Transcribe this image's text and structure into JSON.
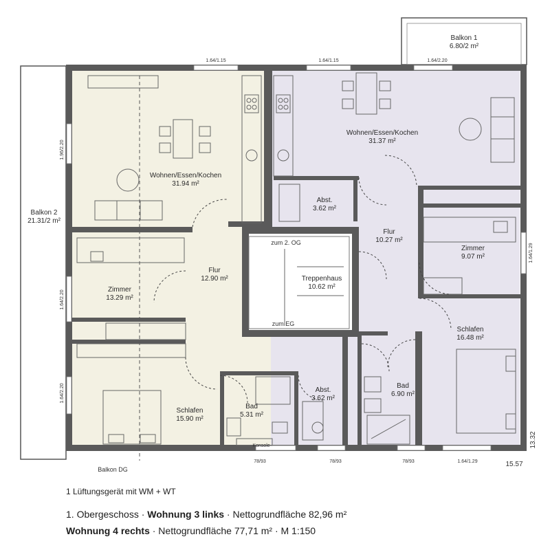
{
  "rooms": {
    "wohnen_links": {
      "name": "Wohnen/Essen/Kochen",
      "area": "31.94 m²"
    },
    "wohnen_rechts": {
      "name": "Wohnen/Essen/Kochen",
      "area": "31.37 m²"
    },
    "abst_oben": {
      "name": "Abst.",
      "area": "3.62 m²"
    },
    "flur_rechts": {
      "name": "Flur",
      "area": "10.27 m²"
    },
    "zimmer_rechts": {
      "name": "Zimmer",
      "area": "9.07 m²"
    },
    "flur_links": {
      "name": "Flur",
      "area": "12.90 m²"
    },
    "treppenhaus": {
      "name": "Treppenhaus",
      "area": "10.62 m²"
    },
    "zimmer_links": {
      "name": "Zimmer",
      "area": "13.29 m²"
    },
    "schlafen_rechts": {
      "name": "Schlafen",
      "area": "16.48 m²"
    },
    "schlafen_links": {
      "name": "Schlafen",
      "area": "15.90 m²"
    },
    "bad_links": {
      "name": "Bad",
      "area": "5.31 m²"
    },
    "abst_unten": {
      "name": "Abst.",
      "area": "3.62 m²"
    },
    "bad_rechts": {
      "name": "Bad",
      "area": "6.90 m²"
    },
    "balkon1": {
      "name": "Balkon 1",
      "area": "6.80/2 m²"
    },
    "balkon2": {
      "name": "Balkon 2",
      "area": "21.31/2 m²"
    }
  },
  "stairs": {
    "up": "zum 2. OG",
    "down": "zum EG"
  },
  "labels": {
    "konsole": "Konsole",
    "balkon_dg": "Balkon DG"
  },
  "dimensions": {
    "top1": "1.64/1.15",
    "top2": "1.64/1.15",
    "top3": "1.64/2.20",
    "left1": "1.96/2.20",
    "left2": "1.64/2.20",
    "left3": "1.64/2.20",
    "right1": "1.64/1.29",
    "bottom1": "78/93",
    "bottom2": "78/93",
    "bottom3": "78/93",
    "bottom4": "1.64/1.29",
    "overall_width": "15.57",
    "overall_height": "13.32"
  },
  "footer": {
    "note": "1 Lüftungsgerät mit WM + WT",
    "line1_prefix": "1. Obergeschoss · ",
    "line1_bold": "Wohnung 3 links",
    "line1_suffix": " · Nettogrundfläche 82,96 m²",
    "line2_bold": "Wohnung 4  rechts",
    "line2_suffix": " · Nettogrundfläche 77,71 m² · M 1:150"
  },
  "colors": {
    "left_unit": "#f3f1e3",
    "right_unit": "#e7e4ee",
    "stair": "#ffffff",
    "wall": "#5a5a5a"
  }
}
